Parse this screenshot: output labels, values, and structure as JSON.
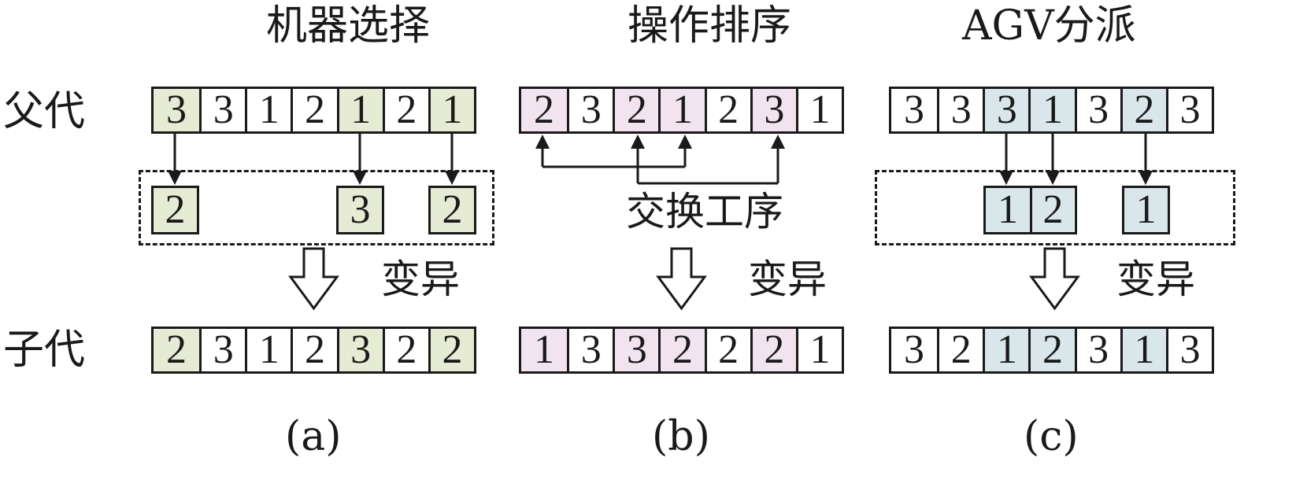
{
  "colors": {
    "machine": "#e6ebd3",
    "operation": "#f1e4ef",
    "agv": "#d9e6ea",
    "plain": "#ffffff",
    "line": "#1a1a1a"
  },
  "titles": {
    "machine": "机器选择",
    "operation": "操作排序",
    "agv": "AGV分派"
  },
  "row_labels": {
    "parent": "父代",
    "child": "子代"
  },
  "notes": {
    "mutate": "变异",
    "swap": "交换工序"
  },
  "captions": {
    "a": "(a)",
    "b": "(b)",
    "c": "(c)"
  },
  "panels": {
    "machine": {
      "parent": [
        "3",
        "3",
        "1",
        "2",
        "1",
        "2",
        "1"
      ],
      "parent_hl": [
        true,
        false,
        false,
        false,
        true,
        false,
        true
      ],
      "mutation_values": [
        "2",
        "3",
        "2"
      ],
      "child": [
        "2",
        "3",
        "1",
        "2",
        "3",
        "2",
        "2"
      ],
      "child_hl": [
        true,
        false,
        false,
        false,
        true,
        false,
        true
      ]
    },
    "operation": {
      "parent": [
        "2",
        "3",
        "2",
        "1",
        "2",
        "3",
        "1"
      ],
      "parent_hl": [
        true,
        false,
        true,
        true,
        false,
        true,
        false
      ],
      "child": [
        "1",
        "3",
        "3",
        "2",
        "2",
        "2",
        "1"
      ],
      "child_hl": [
        true,
        false,
        true,
        true,
        false,
        true,
        false
      ]
    },
    "agv": {
      "parent": [
        "3",
        "3",
        "3",
        "1",
        "3",
        "2",
        "3"
      ],
      "parent_hl": [
        false,
        false,
        true,
        true,
        false,
        true,
        false
      ],
      "mutation_values": [
        "1",
        "2",
        "1"
      ],
      "child": [
        "3",
        "2",
        "1",
        "2",
        "3",
        "1",
        "3"
      ],
      "child_hl": [
        false,
        false,
        true,
        true,
        false,
        true,
        false
      ]
    }
  }
}
